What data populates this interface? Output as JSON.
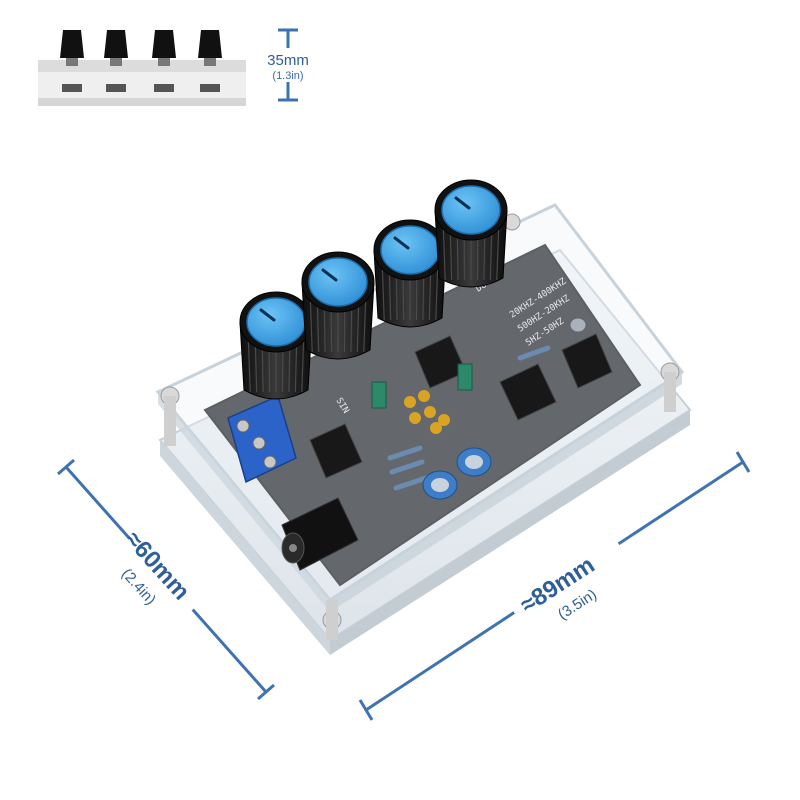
{
  "colors": {
    "dimension_line": "#3f72b0",
    "dimension_text": "#2f5f9a",
    "pcb": "#1c1f24",
    "knob_body": "#1b1b1b",
    "knob_cap": "#3aa6ea",
    "terminal_block": "#2b63c9",
    "acrylic_edge": "#cfd8df",
    "jumper": "#2c8a6a"
  },
  "icons": [
    "knob-icon",
    "height-bracket-icon"
  ],
  "dimensions": {
    "height": {
      "value": "35mm",
      "inches": "(1.3in)"
    },
    "width": {
      "value": "≈60mm",
      "inches": "(2.4in)"
    },
    "length": {
      "value": "≈89mm",
      "inches": "(3.5in)"
    }
  },
  "board": {
    "silk_freq_1": "20KHZ-400KHZ",
    "silk_freq_2": "500HZ-20KHZ",
    "silk_freq_3": "5HZ-50HZ",
    "silk_sin": "SIN",
    "silk_duty": "DUTY"
  }
}
